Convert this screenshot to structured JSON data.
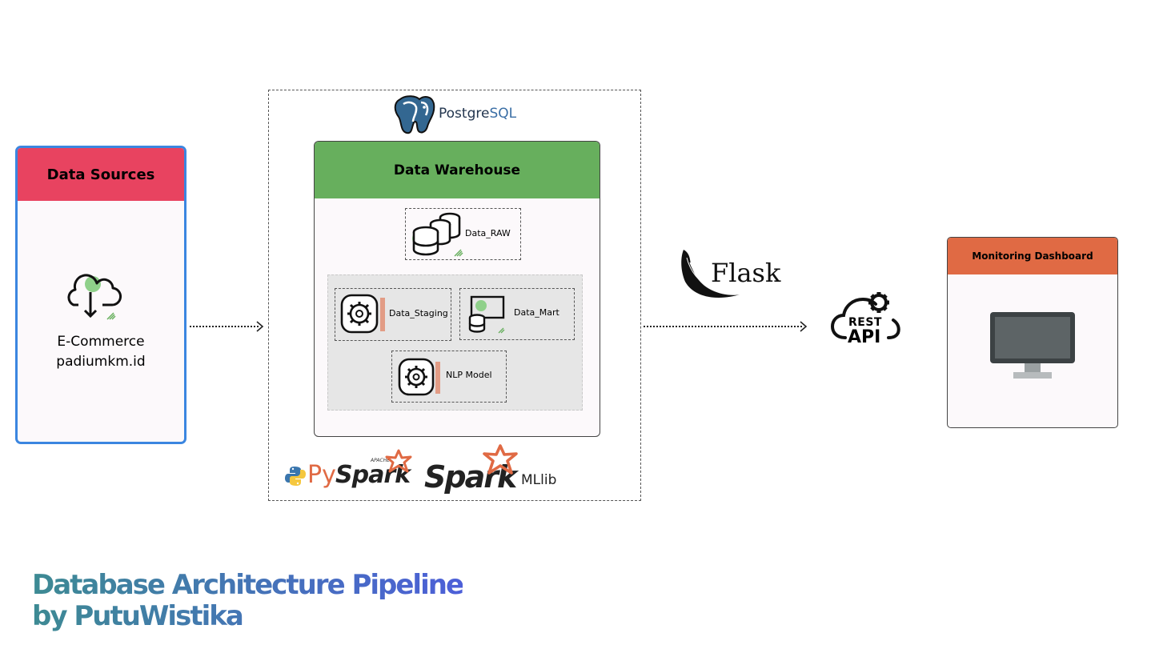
{
  "data_sources": {
    "title": "Data Sources",
    "line1": "E-Commerce",
    "line2": "padiumkm.id",
    "icon": "cloud-download-icon"
  },
  "postgres": {
    "brand_prefix": "Postgre",
    "brand_suffix": "SQL"
  },
  "warehouse": {
    "title": "Data Warehouse",
    "nodes": {
      "raw": "Data_RAW",
      "staging": "Data_Staging",
      "mart": "Data_Mart",
      "nlp": "NLP Model"
    }
  },
  "tech": {
    "pyspark_py": "Py",
    "pyspark_spark": "Spark",
    "apache": "APACHE",
    "spark": "Spark",
    "mllib": "MLlib"
  },
  "api": {
    "flask": "Flask",
    "rest": "REST",
    "api": "API"
  },
  "monitoring": {
    "title": "Monitoring Dashboard",
    "icon": "monitor-icon"
  },
  "footer": {
    "line1": "Database Architecture Pipeline",
    "line2": "by PutuWistika"
  },
  "colors": {
    "sources_header": "#e84360",
    "sources_border": "#3b86e0",
    "warehouse_header": "#67af5d",
    "monitoring_header": "#e06a44",
    "title_gradient_start": "#3d8a93",
    "title_gradient_end": "#4c5fd8"
  }
}
